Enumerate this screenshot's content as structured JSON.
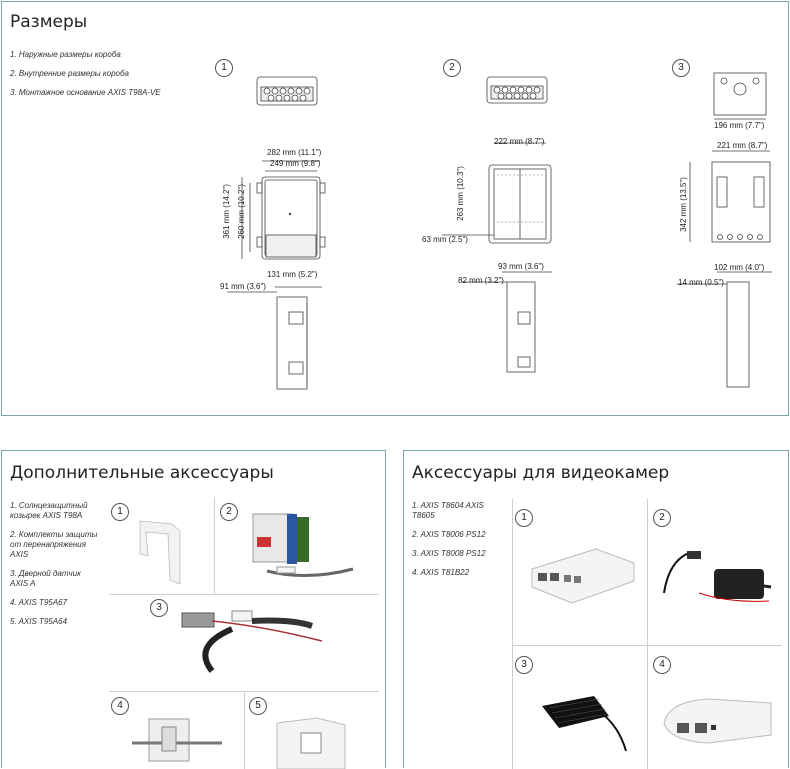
{
  "dimensions": {
    "title": "Размеры",
    "legend": [
      "1. Наружные размеры короба",
      "2. Внутренние размеры короба",
      "3. Монтажное основание AXIS T98A-VE"
    ],
    "figure_numbers": [
      "1",
      "2",
      "3"
    ],
    "fig1": {
      "w_outer": "282 mm (11.1\")",
      "w_inner": "249 mm (9.8\")",
      "h_outer": "361 mm (14.2\")",
      "h_inner": "260 mm (10.2\")",
      "depth": "131 mm (5.2\")",
      "side": "91 mm (3.6\")"
    },
    "fig2": {
      "width": "222 mm (8.7\")",
      "h_small": "263 mm (10.3\")",
      "offset": "63 mm (2.5\")",
      "depth": "93 mm (3.6\")",
      "side": "82 mm (3.2\")"
    },
    "fig3": {
      "top_width": "196 mm (7.7\")",
      "width": "221 mm (8.7\")",
      "height": "342 mm (13.5\")",
      "depth": "102 mm (4.0\")",
      "side": "14 mm (0.5\")"
    }
  },
  "accessories": {
    "title": "Дополнительные аксессуары",
    "items": [
      "1. Солнцезащитный козырек AXIS T98A",
      "2. Комплекты защиты от перенапряжения AXIS",
      "3. Дверной датчик AXIS A",
      "4. AXIS T95A67",
      "5. AXIS T95A64"
    ],
    "numbers": [
      "1",
      "2",
      "3",
      "4",
      "5"
    ]
  },
  "camera_accessories": {
    "title": "Аксессуары для видеокамер",
    "items": [
      "1. AXIS T8604 AXIS T8605",
      "2. AXIS T8006 PS12",
      "3. AXIS T8008 PS12",
      "4. AXIS T81B22"
    ],
    "numbers": [
      "1",
      "2",
      "3",
      "4"
    ]
  }
}
